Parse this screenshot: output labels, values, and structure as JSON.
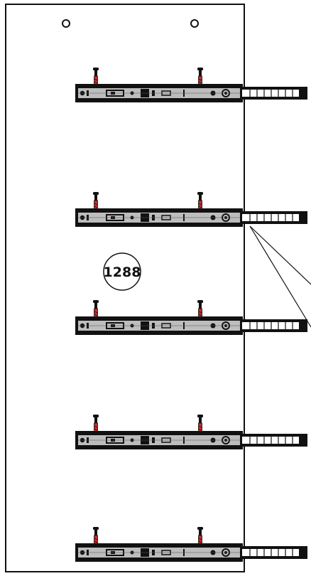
{
  "diagram": {
    "part_label": "1288",
    "colors": {
      "line": "#111111",
      "rail_fill": "#bdbdbd",
      "screw_shank": "#cc2a2a",
      "background": "#ffffff"
    },
    "slides": [
      {
        "name": "slide-1"
      },
      {
        "name": "slide-2"
      },
      {
        "name": "slide-3"
      },
      {
        "name": "slide-4"
      },
      {
        "name": "slide-5"
      }
    ]
  }
}
